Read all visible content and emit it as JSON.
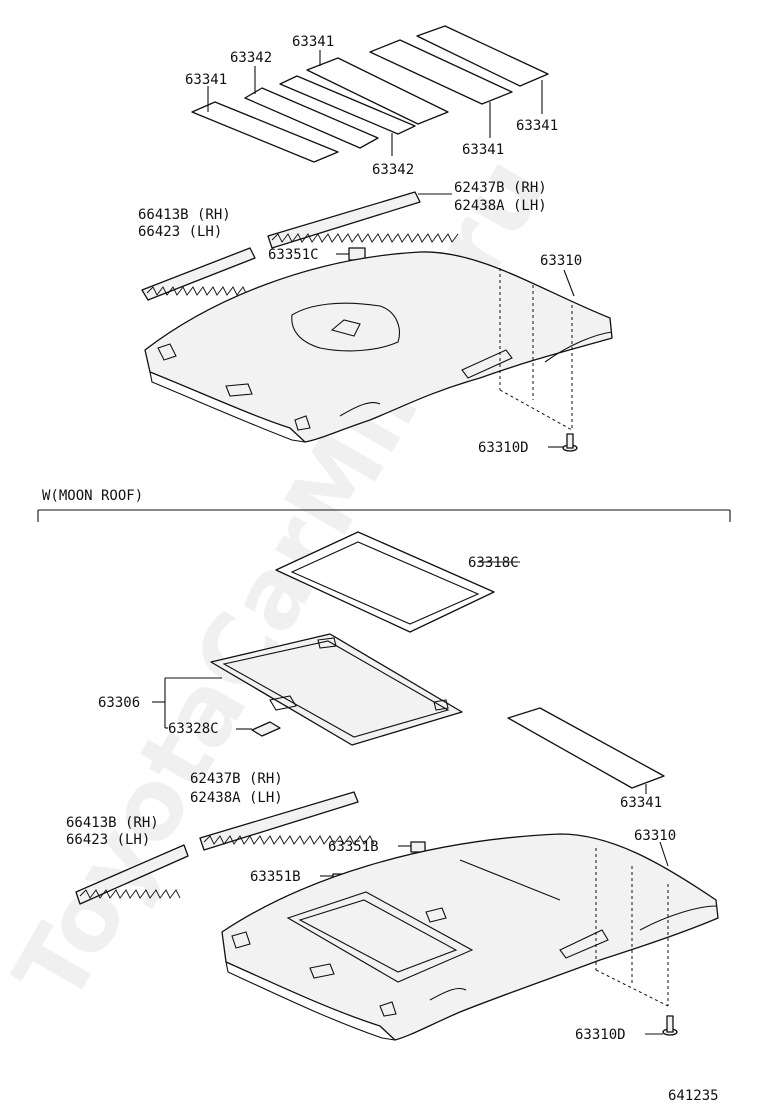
{
  "watermark": "ToyotaCarMine.ru",
  "section_label": "W(MOON ROOF)",
  "diagram_id": "641235",
  "labels": {
    "top_63341_a": "63341",
    "top_63342_a": "63342",
    "top_63341_b": "63341",
    "top_63342_b": "63342",
    "top_63341_c": "63341",
    "top_63341_d": "63341",
    "top_62437b": "62437B (RH)",
    "top_62438a": "62438A (LH)",
    "top_66413b": "66413B (RH)",
    "top_66423": "66423  (LH)",
    "top_63351c": "63351C",
    "top_63310": "63310",
    "top_63310d": "63310D",
    "bot_63318c": "63318C",
    "bot_63306": "63306",
    "bot_63328c": "63328C",
    "bot_63341": "63341",
    "bot_62437b": "62437B (RH)",
    "bot_62438a": "62438A (LH)",
    "bot_66413b": "66413B (RH)",
    "bot_66423": "66423  (LH)",
    "bot_63351b_a": "63351B",
    "bot_63351b_b": "63351B",
    "bot_63310": "63310",
    "bot_63310d": "63310D"
  }
}
